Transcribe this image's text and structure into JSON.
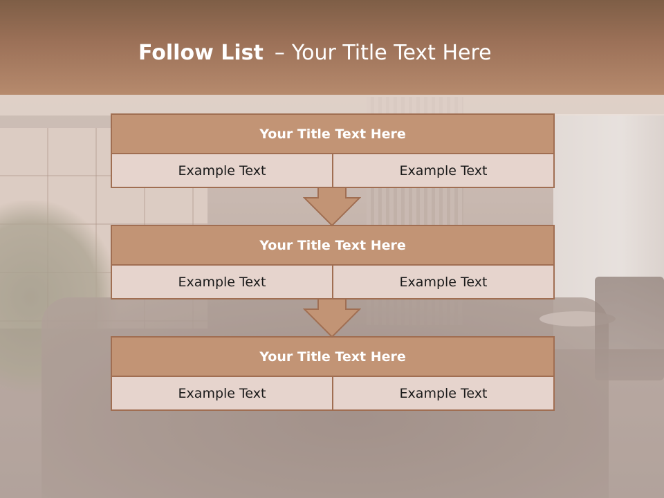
{
  "slide": {
    "title_bold": "Follow List",
    "title_separator": "–",
    "title_rest": "Your Title Text Here"
  },
  "blocks": [
    {
      "title": "Your Title Text Here",
      "cells": [
        "Example Text",
        "Example Text"
      ]
    },
    {
      "title": "Your Title Text Here",
      "cells": [
        "Example Text",
        "Example Text"
      ]
    },
    {
      "title": "Your Title Text Here",
      "cells": [
        "Example Text",
        "Example Text"
      ]
    }
  ],
  "colors": {
    "title_band": "#9c7158",
    "block_header": "#c29475",
    "block_border": "#a06e52",
    "block_body": "#e6d4cd"
  },
  "icons": {
    "connector": "down-arrow-icon"
  }
}
